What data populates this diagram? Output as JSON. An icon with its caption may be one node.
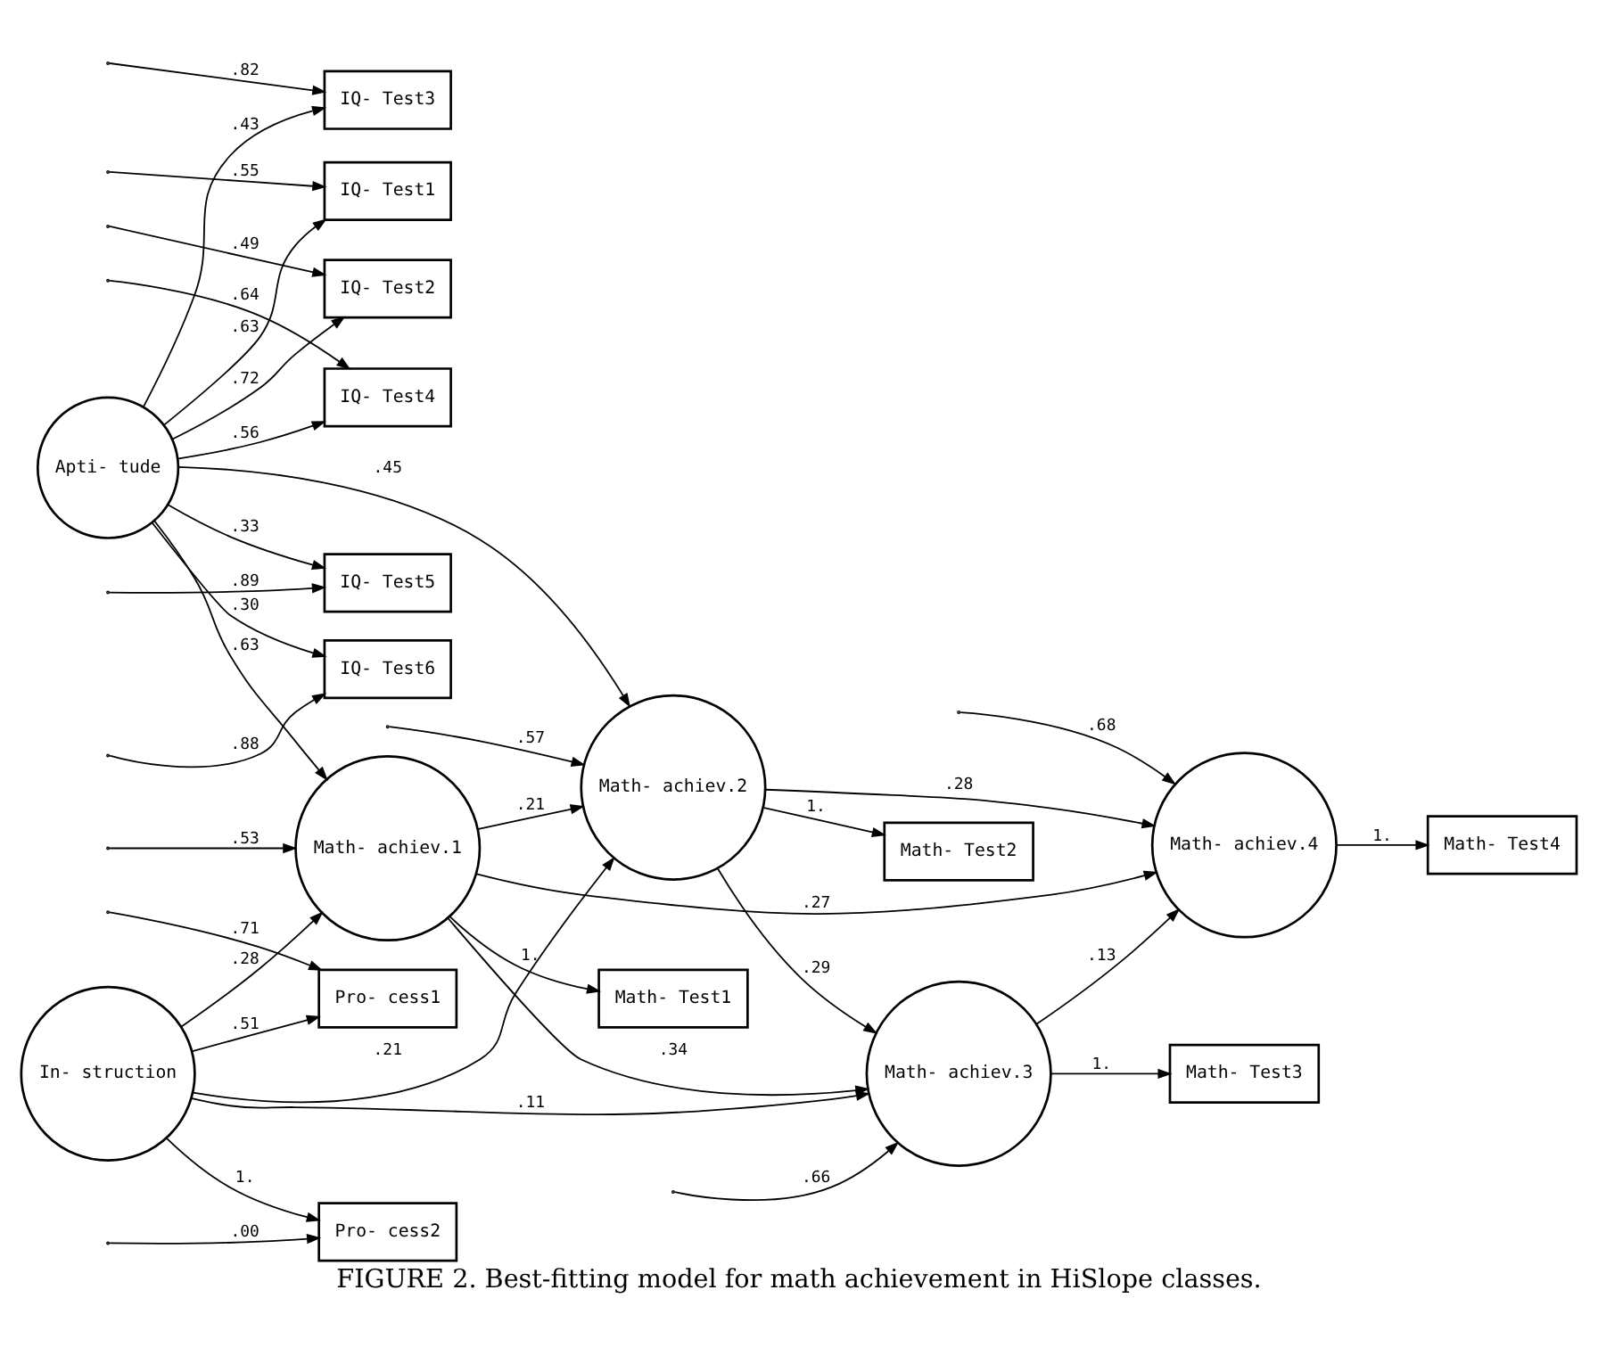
{
  "diagram": {
    "caption": "FIGURE 2. Best-fitting model for math achievement in HiSlope classes.",
    "nodes": [
      {
        "text": [
          "IQ- Test1"
        ]
      },
      {
        "text": [
          "IQ- Test2"
        ]
      },
      {
        "text": [
          "IQ- Test3"
        ]
      },
      {
        "text": [
          "IQ- Test4"
        ]
      },
      {
        "text": [
          "IQ- Test5"
        ]
      },
      {
        "text": [
          "IQ- Test6"
        ]
      },
      {
        "text": [
          "Apti- tude"
        ]
      },
      {
        "text": [
          "Math- Test1"
        ]
      },
      {
        "text": [
          "Math- Test2"
        ]
      },
      {
        "text": [
          "Math- Test3"
        ]
      },
      {
        "text": [
          "Math- Test4"
        ]
      },
      {
        "text": [
          "Math- achiev.1"
        ]
      },
      {
        "text": [
          "Math- achiev.2"
        ]
      },
      {
        "text": [
          "Math- achiev.3"
        ]
      },
      {
        "text": [
          "Math- achiev.4"
        ]
      },
      {
        "text": [
          "Pro- cess1"
        ]
      },
      {
        "text": [
          "Pro- cess2"
        ]
      },
      {
        "text": [
          "In- struction"
        ]
      }
    ],
    "edges": [
      {
        "from": null,
        "to": 0,
        "arrow": "to",
        "label": ".55"
      },
      {
        "from": null,
        "to": 1,
        "arrow": "to",
        "label": ".49"
      },
      {
        "from": null,
        "to": 2,
        "arrow": "to",
        "label": ".82"
      },
      {
        "from": null,
        "to": 3,
        "arrow": "to",
        "label": ".64"
      },
      {
        "from": null,
        "to": 4,
        "arrow": "to",
        "label": ".89"
      },
      {
        "from": null,
        "to": 5,
        "arrow": "to",
        "label": ".88"
      },
      {
        "from": 6,
        "to": 0,
        "arrow": "to",
        "label": ".63"
      },
      {
        "from": 6,
        "to": 1,
        "arrow": "to",
        "label": ".72"
      },
      {
        "from": 6,
        "to": 2,
        "arrow": "to",
        "label": ".43"
      },
      {
        "from": 6,
        "to": 3,
        "arrow": "to",
        "label": ".56"
      },
      {
        "from": 6,
        "to": 4,
        "arrow": "to",
        "label": ".33"
      },
      {
        "from": 6,
        "to": 5,
        "arrow": "to",
        "label": ".30"
      },
      {
        "from": 6,
        "to": 12,
        "arrow": "to",
        "label": ".45"
      },
      {
        "from": 6,
        "to": 11,
        "arrow": "to",
        "label": ".63"
      },
      {
        "from": 11,
        "to": 7,
        "arrow": "to",
        "label": "1."
      },
      {
        "from": 12,
        "to": 8,
        "arrow": "to",
        "label": "1."
      },
      {
        "from": 13,
        "to": 9,
        "arrow": "to",
        "label": "1."
      },
      {
        "from": 14,
        "to": 10,
        "arrow": "to",
        "label": "1."
      },
      {
        "from": 11,
        "to": 12,
        "arrow": "to",
        "label": ".21"
      },
      {
        "from": 12,
        "to": 13,
        "arrow": "to",
        "label": ".29"
      },
      {
        "from": 13,
        "to": 14,
        "arrow": "to",
        "label": ".13"
      },
      {
        "from": 11,
        "to": 13,
        "arrow": "to",
        "label": ".34"
      },
      {
        "from": 12,
        "to": 14,
        "arrow": "to",
        "label": ".28"
      },
      {
        "from": 11,
        "to": 14,
        "arrow": "to",
        "label": ".27"
      },
      {
        "from": null,
        "to": 15,
        "arrow": "to",
        "label": ".71"
      },
      {
        "from": 17,
        "to": 15,
        "arrow": "to",
        "label": ".51"
      },
      {
        "from": 17,
        "to": 11,
        "arrow": "to",
        "label": ".28"
      },
      {
        "from": 17,
        "to": 12,
        "arrow": "to",
        "label": ".21"
      },
      {
        "from": 17,
        "to": 13,
        "arrow": "to",
        "label": ".11"
      },
      {
        "from": null,
        "to": 16,
        "arrow": "to",
        "label": ".00"
      },
      {
        "from": 17,
        "to": 16,
        "arrow": "to",
        "label": "1."
      },
      {
        "from": null,
        "to": 11,
        "arrow": "to",
        "label": ".53"
      },
      {
        "from": null,
        "to": 12,
        "arrow": "to",
        "label": ".57"
      },
      {
        "from": null,
        "to": 13,
        "arrow": "to",
        "label": ".66"
      },
      {
        "from": null,
        "to": 14,
        "arrow": "to",
        "label": ".68"
      }
    ]
  }
}
